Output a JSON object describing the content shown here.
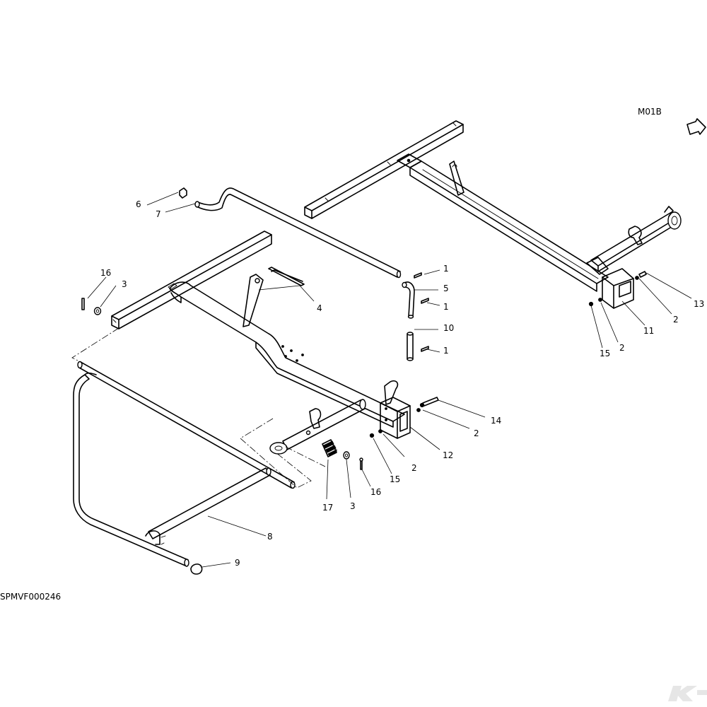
{
  "drawing": {
    "figure_code": "SPMVF000246",
    "view_code": "M01B",
    "callouts": [
      "1",
      "1",
      "1",
      "2",
      "2",
      "2",
      "2",
      "3",
      "3",
      "4",
      "5",
      "6",
      "7",
      "8",
      "9",
      "10",
      "11",
      "12",
      "13",
      "14",
      "15",
      "15",
      "16",
      "16",
      "17"
    ]
  },
  "brand": {
    "logo_icon": "kverneland-k-logo-icon",
    "logo_color": "#e6e6e6"
  }
}
